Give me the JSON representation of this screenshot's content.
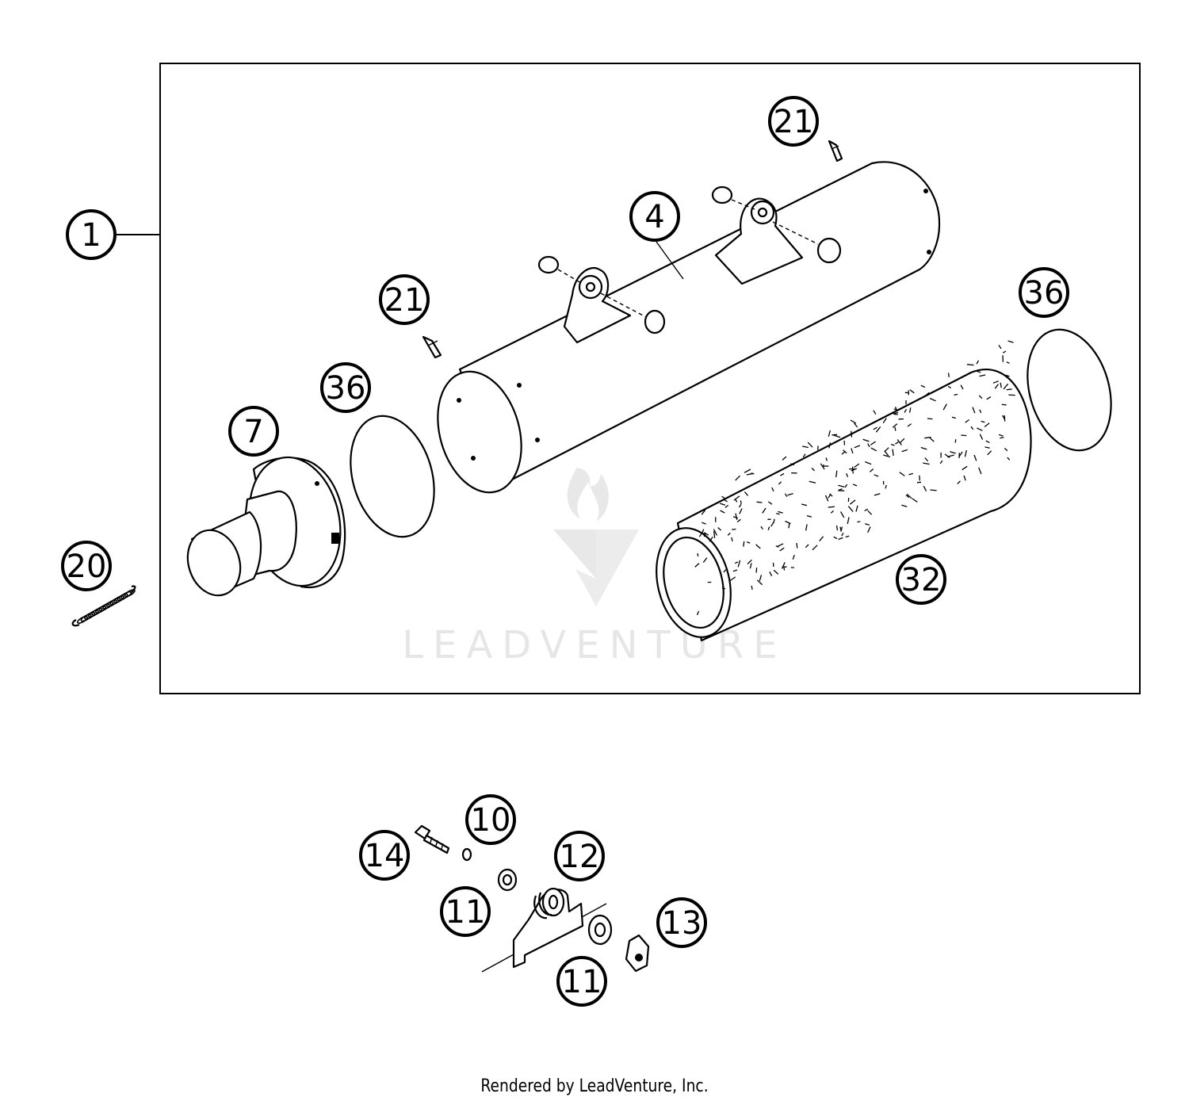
{
  "diagram": {
    "callouts": [
      {
        "id": "c1",
        "label": "1"
      },
      {
        "id": "c4",
        "label": "4"
      },
      {
        "id": "c7",
        "label": "7"
      },
      {
        "id": "c10",
        "label": "10"
      },
      {
        "id": "c11a",
        "label": "11"
      },
      {
        "id": "c11b",
        "label": "11"
      },
      {
        "id": "c12",
        "label": "12"
      },
      {
        "id": "c13",
        "label": "13"
      },
      {
        "id": "c14",
        "label": "14"
      },
      {
        "id": "c20",
        "label": "20"
      },
      {
        "id": "c21a",
        "label": "21"
      },
      {
        "id": "c21b",
        "label": "21"
      },
      {
        "id": "c32",
        "label": "32"
      },
      {
        "id": "c36a",
        "label": "36"
      },
      {
        "id": "c36b",
        "label": "36"
      }
    ],
    "watermark": "LEADVENTURE",
    "footer": "Rendered by LeadVenture, Inc."
  }
}
